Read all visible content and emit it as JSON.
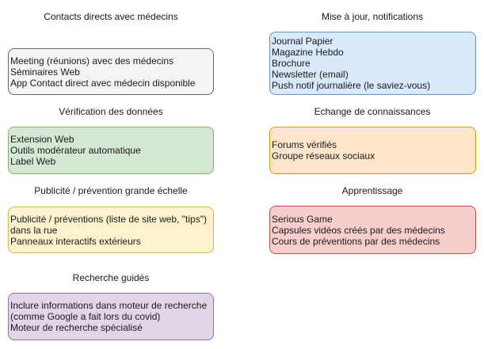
{
  "sections": {
    "contacts": {
      "heading": "Contacts directs avec médecins",
      "fill": "#f5f5f5",
      "stroke": "#666666",
      "items": [
        "Meeting (réunions) avec des médecins",
        "Séminaires Web",
        "App Contact direct avec médecin disponible"
      ]
    },
    "verification": {
      "heading": "Vérification des données",
      "fill": "#d5e8d4",
      "stroke": "#82b366",
      "items": [
        "Extension Web",
        "Outils modérateur automatique",
        "Label Web"
      ]
    },
    "publicite": {
      "heading": "Publicité / prévention grande échelle",
      "fill": "#fff2cc",
      "stroke": "#d6b656",
      "items": [
        "Publicité / préventions (liste de site web, \"tips\")",
        "dans la rue",
        "Panneaux interactifs extérieurs"
      ]
    },
    "recherche": {
      "heading": "Recherche guidés",
      "fill": "#e1d5e7",
      "stroke": "#9673a6",
      "items": [
        "Inclure informations dans moteur de recherche",
        "(comme Google a fait lors du covid)",
        "Moteur de recherche spécialisé"
      ]
    },
    "mise_a_jour": {
      "heading": "Mise à jour, notifications",
      "fill": "#dae8fc",
      "stroke": "#6c8ebf",
      "items": [
        "Journal Papier",
        "Magazine Hebdo",
        "Brochure",
        "Newsletter (email)",
        "Push notif journalière (le saviez-vous)"
      ]
    },
    "echange": {
      "heading": "Echange de connaissances",
      "fill": "#ffe6cc",
      "stroke": "#d79b00",
      "items": [
        "Forums vérifiés",
        "Groupe réseaux sociaux"
      ]
    },
    "apprentissage": {
      "heading": "Apprentissage",
      "fill": "#f8cecc",
      "stroke": "#b85450",
      "items": [
        "Serious Game",
        "Capsules vidéos créés par des médecins",
        "Cours de préventions par des médecins"
      ]
    }
  }
}
